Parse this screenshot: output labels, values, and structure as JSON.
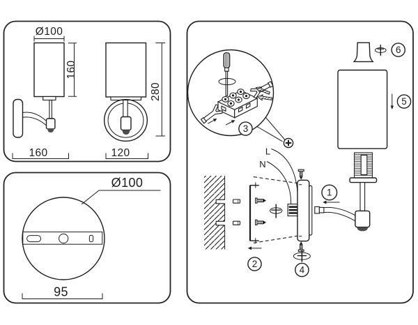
{
  "colors": {
    "line": "#1d1d1d",
    "background": "#ffffff"
  },
  "views_panel": {
    "shade_diameter": "Ø100",
    "shade_height": "160",
    "overall_height": "280",
    "overall_depth": "160",
    "overall_width": "120"
  },
  "base_panel": {
    "plate_diameter": "Ø100",
    "hole_spacing": "95"
  },
  "assembly_panel": {
    "wire_live": "L",
    "wire_neutral": "N",
    "steps": [
      "1",
      "2",
      "3",
      "4",
      "5",
      "6"
    ]
  }
}
